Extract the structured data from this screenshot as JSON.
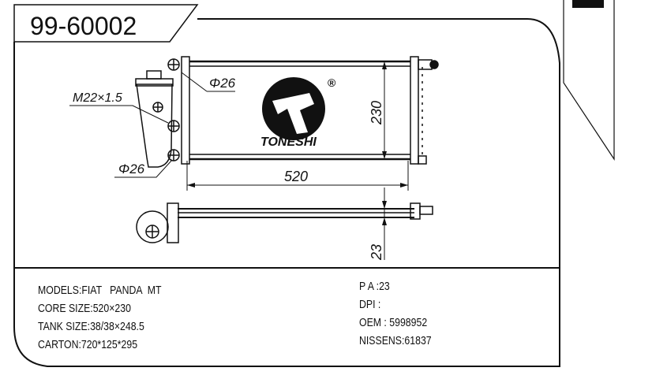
{
  "part_number": "99-60002",
  "drawing": {
    "inlet_diameter_top": "Φ26",
    "inlet_diameter_bottom": "Φ26",
    "thread": "M22×1.5",
    "width_dim": "520",
    "height_dim": "230",
    "thickness_dim": "23",
    "logo_text": "TONESHI",
    "logo_mark": "®"
  },
  "specs_left": [
    "MODELS:FIAT   PANDA  MT",
    "CORE SIZE:520×230",
    "TANK SIZE:38/38×248.5",
    "CARTON:720*125*295"
  ],
  "specs_right": [
    "P A :23",
    "DPI :",
    "OEM : 5998952",
    "NISSENS:61837"
  ]
}
